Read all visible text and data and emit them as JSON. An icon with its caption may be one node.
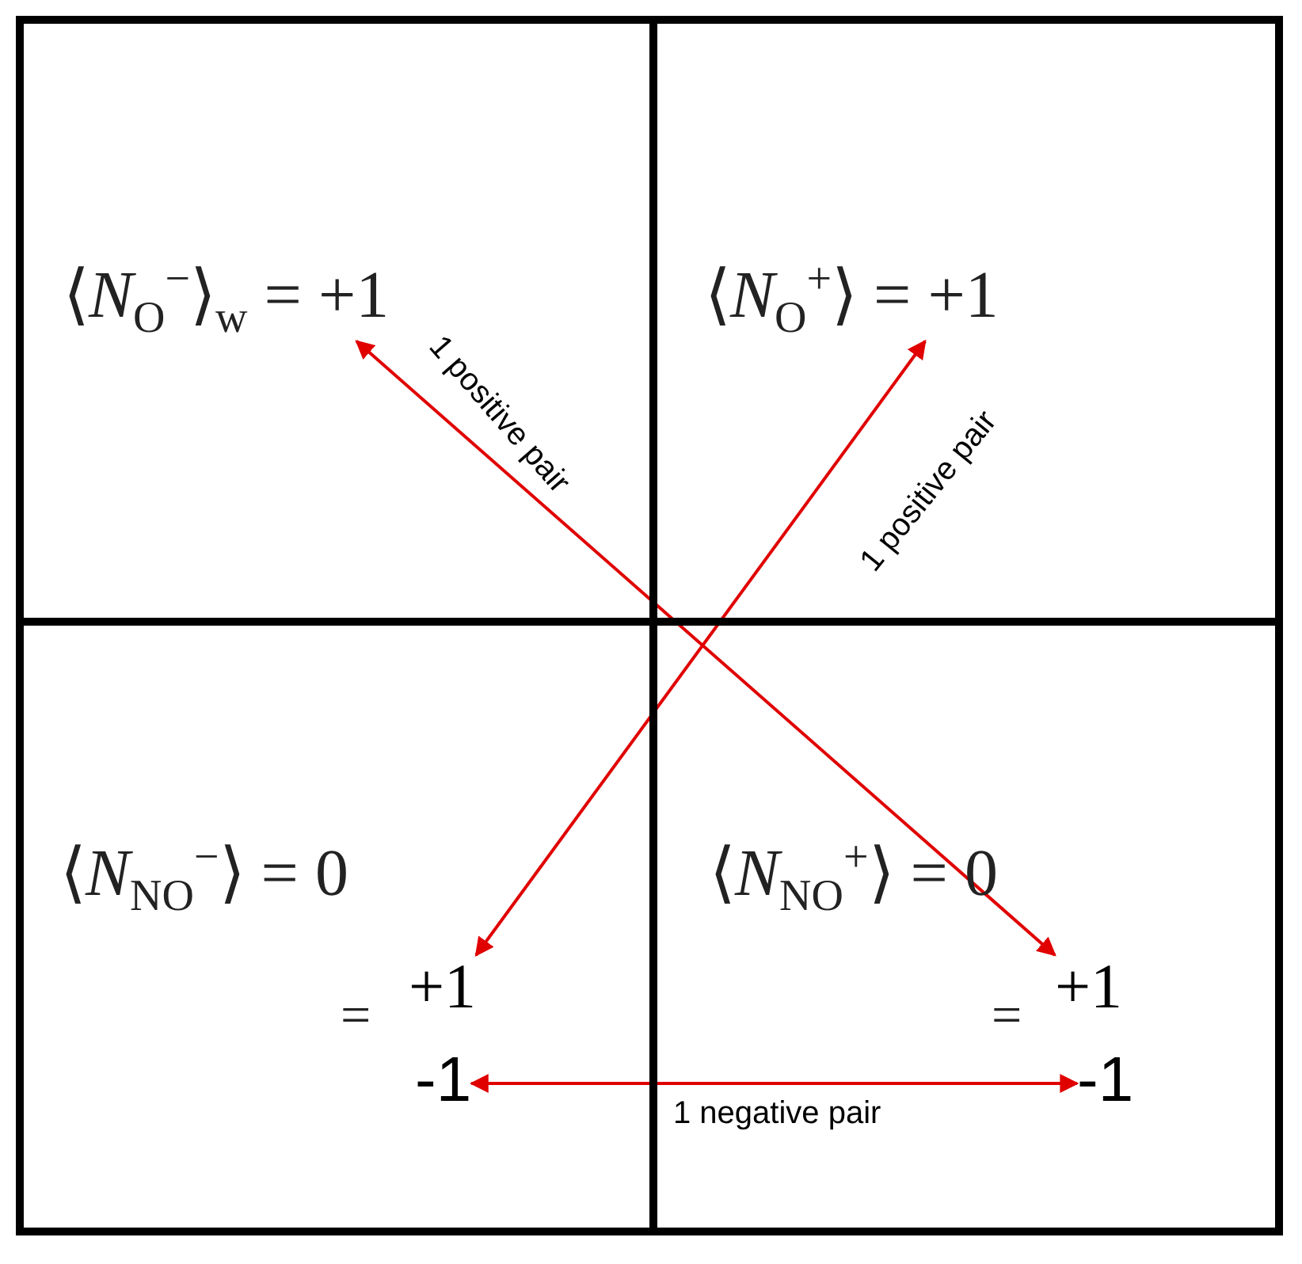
{
  "diagram": {
    "nodes": [
      {
        "text": [],
        "shape": "box"
      },
      {
        "text": [
          "⟨*N*$_{O}$$^{−}$⟩$_{w}$ = +1"
        ],
        "in": 0
      },
      {
        "text": [],
        "shape": "box"
      },
      {
        "text": [
          "⟨*N*$_{O}$$^{+}$⟩ = +1"
        ],
        "in": 2
      },
      {
        "text": [],
        "shape": "box"
      },
      {
        "text": [
          "⟨*N*$_{NO}$$^{−}$⟩ = 0"
        ],
        "in": 4
      },
      {
        "text": [
          "+1"
        ],
        "in": 4
      },
      {
        "text": [
          "-1"
        ],
        "in": 4
      },
      {
        "text": [],
        "shape": "box"
      },
      {
        "text": [
          "⟨*N*$_{NO}$$^{+}$⟩ = 0"
        ],
        "in": 8
      },
      {
        "text": [
          "+1"
        ],
        "in": 8
      },
      {
        "text": [
          "-1"
        ],
        "in": 8
      }
    ],
    "edges": [
      {
        "from": 1,
        "to": 10,
        "arrow": "both",
        "label": "1 positive pair"
      },
      {
        "from": 3,
        "to": 6,
        "arrow": "both",
        "label": "1 positive pair"
      },
      {
        "from": 7,
        "to": 11,
        "arrow": "both",
        "label": "1 negative pair"
      }
    ],
    "labels": [
      "=",
      "="
    ]
  }
}
